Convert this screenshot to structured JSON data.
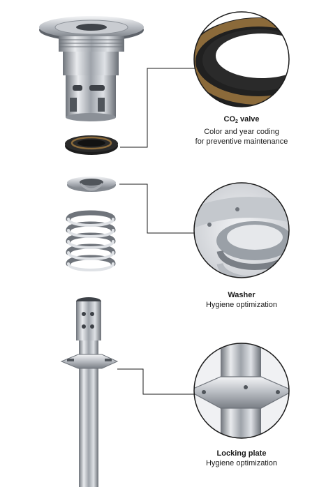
{
  "callouts": [
    {
      "title_main": "CO",
      "title_sub": "2",
      "title_rest": " valve",
      "lines": [
        "Color and year coding",
        "for preventive maintenance"
      ]
    },
    {
      "title": "Washer",
      "lines": [
        "Hygiene optimization"
      ]
    },
    {
      "title": "Locking plate",
      "lines": [
        "Hygiene optimization"
      ]
    }
  ],
  "colors": {
    "steel_light": "#e9ebee",
    "steel_mid": "#b7bbc1",
    "steel_dark": "#6f747b",
    "seal_black": "#202020",
    "seal_brown": "#8b6a3a",
    "leader_line": "#1a1a1a"
  }
}
